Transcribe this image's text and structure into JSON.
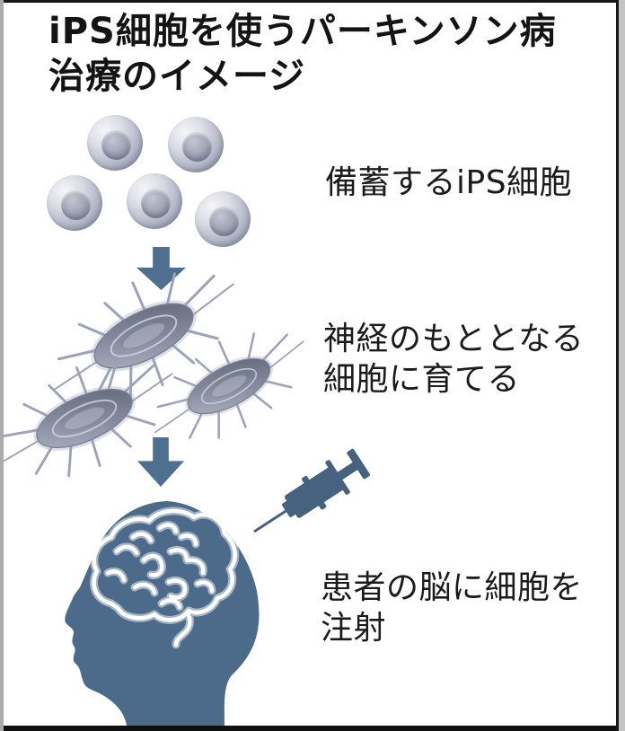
{
  "title": {
    "line1": "iPS細胞を使うパーキンソン病",
    "line2": "治療のイメージ"
  },
  "steps": [
    {
      "name": "stockpiled-ips-cells",
      "icon": "ips-cell-cluster-icon",
      "label_lines": [
        "備蓄するiPS細胞"
      ]
    },
    {
      "name": "grow-into-neural-precursor-cells",
      "icon": "neuron-cells-icon",
      "label_lines": [
        "神経のもととなる",
        "細胞に育てる"
      ]
    },
    {
      "name": "inject-cells-into-patient-brain",
      "icon": "head-brain-syringe-icon",
      "label_lines": [
        "患者の脳に細胞を",
        "注射"
      ]
    }
  ],
  "colors": {
    "head_silhouette": "#4c6b8a",
    "arrow": "#4e6f90",
    "syringe": "#46627f",
    "cell_outer": "#b4b8c7",
    "cell_nucleus": "#878c9f",
    "neuron_body_dark": "#5d6375",
    "brain_outline": "#ffffff",
    "text": "#1b1b1b",
    "background": "#ffffff",
    "frame": "#161616"
  }
}
